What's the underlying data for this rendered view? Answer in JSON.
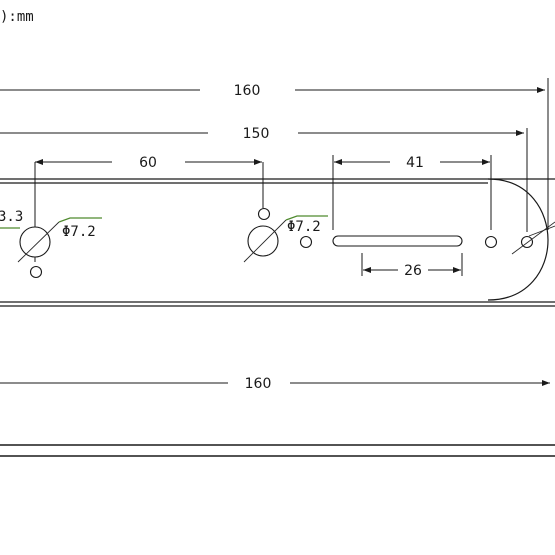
{
  "units_note": "):mm",
  "dimensions": {
    "overall_top": "160",
    "between_end_holes": "150",
    "hole_spacing": "60",
    "slot_hole_spacing": "41",
    "slot_length": "26",
    "overall_bottom": "160",
    "edge_cut": "3.3"
  },
  "hole_labels": {
    "left_jack": "Φ7.2",
    "middle_jack": "Φ7.2"
  },
  "colors": {
    "line": "#1a1a1a",
    "accent": "#4f8a2e",
    "background": "#ffffff"
  }
}
